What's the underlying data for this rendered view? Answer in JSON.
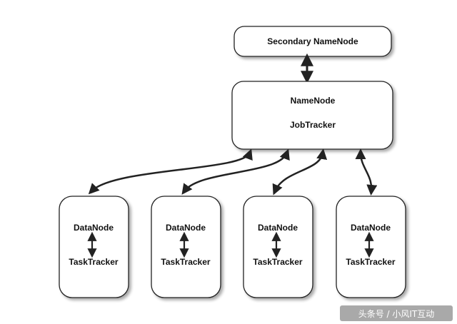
{
  "diagram": {
    "secondary": {
      "label": "Secondary NameNode"
    },
    "master": {
      "line1": "NameNode",
      "line2": "JobTracker"
    },
    "workers": [
      {
        "top": "DataNode",
        "bottom": "TaskTracker"
      },
      {
        "top": "DataNode",
        "bottom": "TaskTracker"
      },
      {
        "top": "DataNode",
        "bottom": "TaskTracker"
      },
      {
        "top": "DataNode",
        "bottom": "TaskTracker"
      }
    ]
  },
  "watermark": {
    "text": "头条号 / 小风IT互动"
  },
  "colors": {
    "stroke": "#222222",
    "fill": "#ffffff",
    "watermark_bg": "#9a9a9a"
  }
}
